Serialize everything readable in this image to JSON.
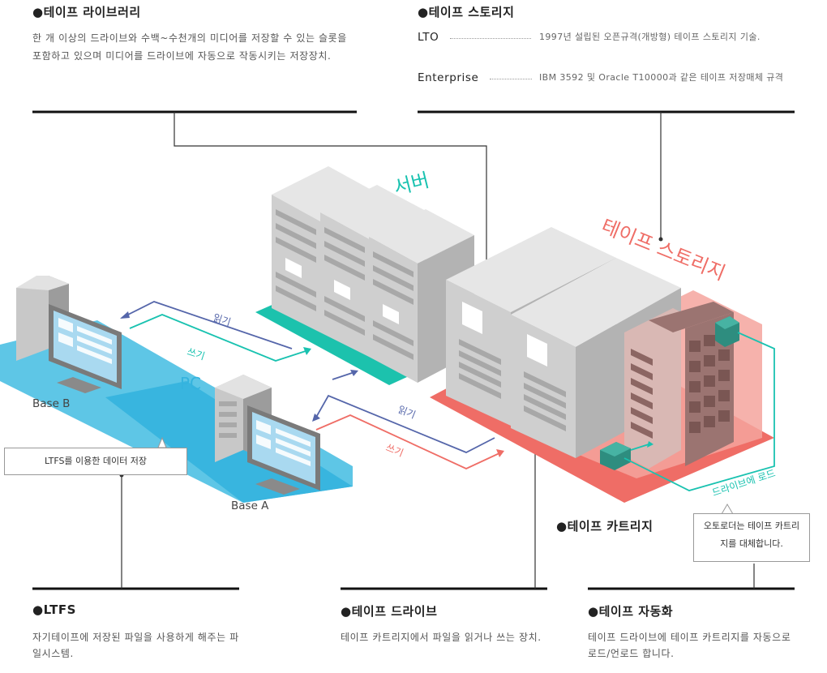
{
  "sections": {
    "tape_library": {
      "title": "●테이프 라이브러리",
      "body": "한 개 이상의 드라이브와 수백~수천개의 미디어를 저장할 수 있는 슬롯을 포함하고 있으며 미디어를 드라이브에 자동으로 작동시키는 저장장치."
    },
    "tape_storage": {
      "title": "●테이프 스토리지",
      "items": [
        {
          "term": "LTO",
          "desc": "1997년 설립된 오픈규격(개방형) 테이프 스토리지 기술."
        },
        {
          "term": "Enterprise",
          "desc": "IBM 3592 및 Oracle T10000과 같은 테이프 저장매체 규격"
        }
      ]
    },
    "ltfs": {
      "title": "●LTFS",
      "body": "자기테이프에 저장된 파일을 사용하게 해주는 파일시스템."
    },
    "tape_drive": {
      "title": "●테이프 드라이브",
      "body": "테이프 카트리지에서 파일을 읽거나 쓰는 장치."
    },
    "tape_automation": {
      "title": "●테이프 자동화",
      "body": "테이프 드라이브에 테이프 카트리지를 자동으로 로드/언로드 합니다."
    }
  },
  "labels": {
    "server": "서버",
    "tape_storage": "테이프 스토리지",
    "pc": "PC",
    "base_a": "Base A",
    "base_b": "Base B",
    "read_top": "읽기",
    "write_top": "쓰기",
    "read_bottom": "읽기",
    "write_bottom": "쓰기",
    "drive_load": "드라이브에 로드",
    "tape_cartridge": "●테이프 카트리지"
  },
  "callouts": {
    "ltfs_note": "LTFS를 이용한 데이터 저장",
    "autoloader_note": "오토로더는 테이프 카트리지를 대체합니다."
  },
  "colors": {
    "teal": "#19c2b0",
    "navy": "#5566aa",
    "salmon": "#ef6d66",
    "pc_blue": "#34b3de"
  }
}
